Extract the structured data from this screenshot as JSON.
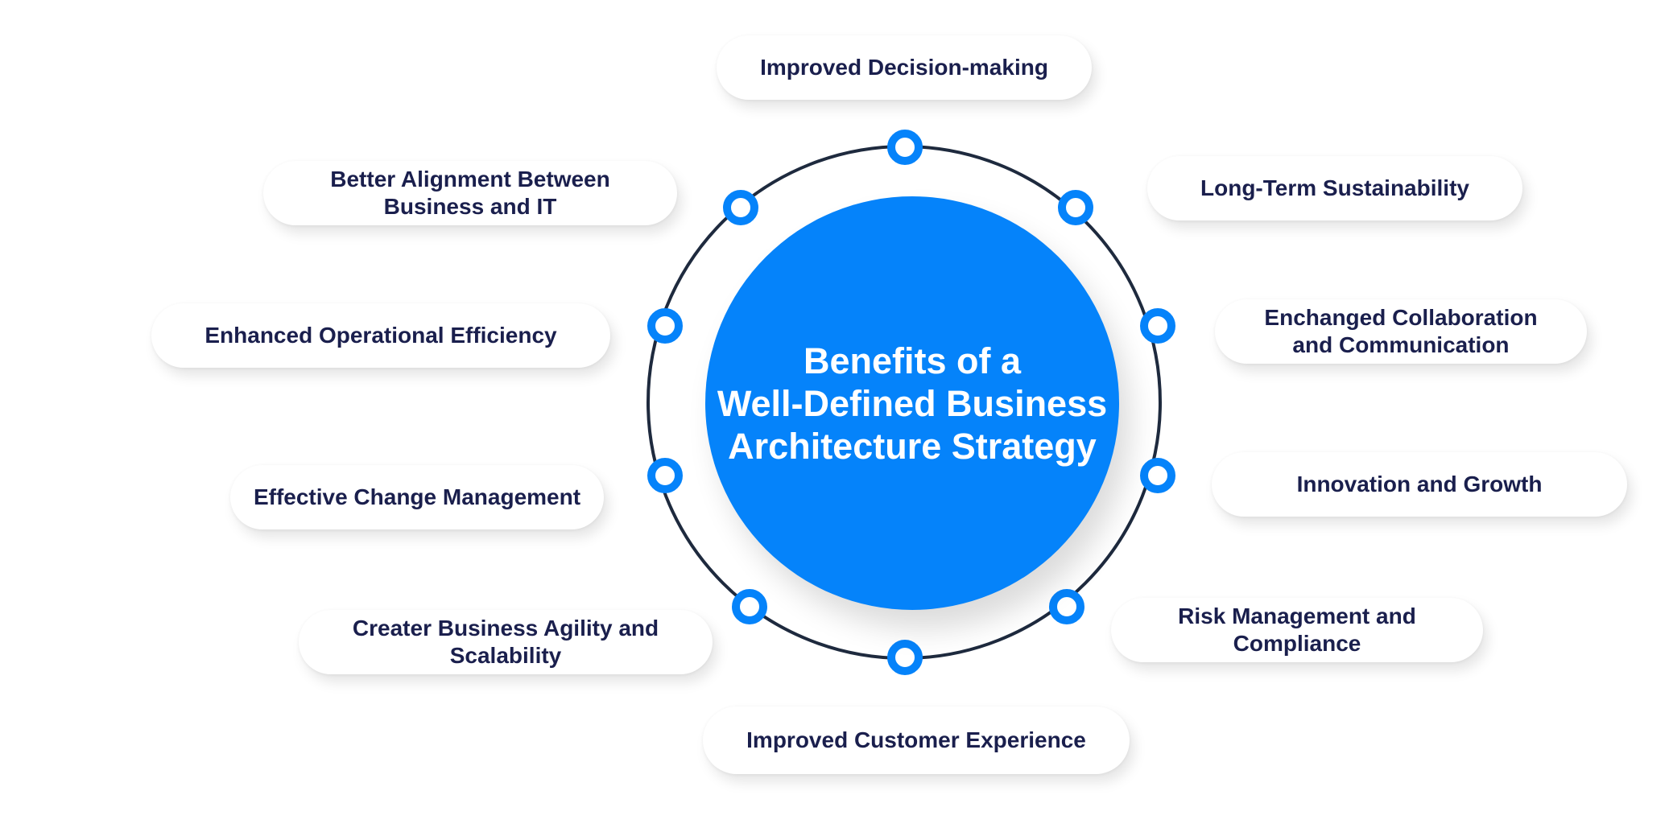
{
  "center": {
    "title": "Benefits of a\nWell-Defined Business\nArchitecture Strategy"
  },
  "benefits": [
    "Improved Decision-making",
    "Long-Term Sustainability",
    "Enchanged Collaboration\nand Communication",
    "Innovation and Growth",
    "Risk Management and Compliance",
    "Improved Customer Experience",
    "Creater Business Agility and\nScalability",
    "Effective Change Management",
    "Enhanced Operational Efficiency",
    "Better Alignment Between\nBusiness and IT"
  ],
  "colors": {
    "accent": "#0583fa",
    "ring": "#1e2a3e",
    "text": "#1a1f4d",
    "background": "#ffffff"
  }
}
